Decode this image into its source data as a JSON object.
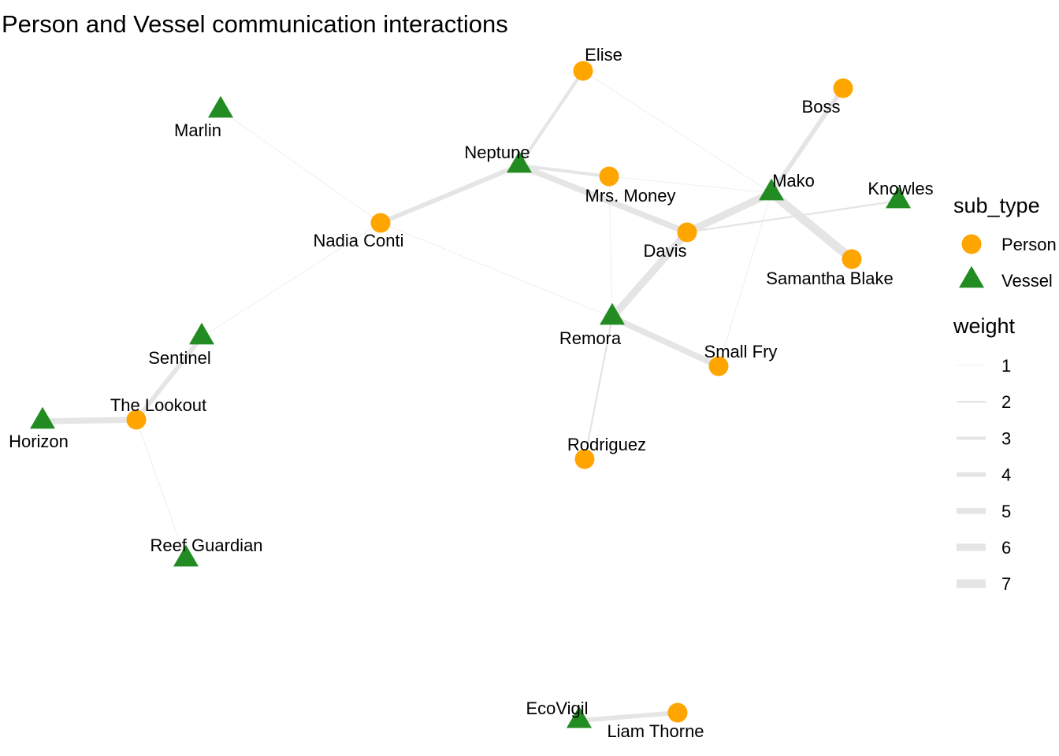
{
  "title": "Person and Vessel communication interactions",
  "colors": {
    "person": "#FFA500",
    "vessel": "#228B22",
    "edge": "#E5E5E5"
  },
  "nodes": [
    {
      "id": "elise",
      "label": "Elise",
      "sub_type": "Person"
    },
    {
      "id": "boss",
      "label": "Boss",
      "sub_type": "Person"
    },
    {
      "id": "marlin",
      "label": "Marlin",
      "sub_type": "Vessel"
    },
    {
      "id": "neptune",
      "label": "Neptune",
      "sub_type": "Vessel"
    },
    {
      "id": "mrs-money",
      "label": "Mrs. Money",
      "sub_type": "Person"
    },
    {
      "id": "mako",
      "label": "Mako",
      "sub_type": "Vessel"
    },
    {
      "id": "knowles",
      "label": "Knowles",
      "sub_type": "Vessel"
    },
    {
      "id": "nadia-conti",
      "label": "Nadia Conti",
      "sub_type": "Person"
    },
    {
      "id": "davis",
      "label": "Davis",
      "sub_type": "Person"
    },
    {
      "id": "samantha-blake",
      "label": "Samantha Blake",
      "sub_type": "Person"
    },
    {
      "id": "remora",
      "label": "Remora",
      "sub_type": "Vessel"
    },
    {
      "id": "small-fry",
      "label": "Small Fry",
      "sub_type": "Person"
    },
    {
      "id": "sentinel",
      "label": "Sentinel",
      "sub_type": "Vessel"
    },
    {
      "id": "the-lookout",
      "label": "The Lookout",
      "sub_type": "Person"
    },
    {
      "id": "horizon",
      "label": "Horizon",
      "sub_type": "Vessel"
    },
    {
      "id": "rodriguez",
      "label": "Rodriguez",
      "sub_type": "Person"
    },
    {
      "id": "reef-guardian",
      "label": "Reef Guardian",
      "sub_type": "Vessel"
    },
    {
      "id": "ecovigil",
      "label": "EcoVigil",
      "sub_type": "Vessel"
    },
    {
      "id": "liam-thorne",
      "label": "Liam Thorne",
      "sub_type": "Person"
    }
  ],
  "edges": [
    {
      "source": "elise",
      "target": "neptune",
      "weight": 3
    },
    {
      "source": "elise",
      "target": "mako",
      "weight": 1
    },
    {
      "source": "boss",
      "target": "mako",
      "weight": 4
    },
    {
      "source": "marlin",
      "target": "nadia-conti",
      "weight": 1
    },
    {
      "source": "neptune",
      "target": "nadia-conti",
      "weight": 4
    },
    {
      "source": "neptune",
      "target": "mrs-money",
      "weight": 3
    },
    {
      "source": "neptune",
      "target": "davis",
      "weight": 5
    },
    {
      "source": "mrs-money",
      "target": "mako",
      "weight": 1
    },
    {
      "source": "mrs-money",
      "target": "remora",
      "weight": 1
    },
    {
      "source": "mako",
      "target": "davis",
      "weight": 6
    },
    {
      "source": "mako",
      "target": "samantha-blake",
      "weight": 7
    },
    {
      "source": "mako",
      "target": "small-fry",
      "weight": 1
    },
    {
      "source": "davis",
      "target": "knowles",
      "weight": 2
    },
    {
      "source": "davis",
      "target": "remora",
      "weight": 6
    },
    {
      "source": "nadia-conti",
      "target": "remora",
      "weight": 1
    },
    {
      "source": "nadia-conti",
      "target": "sentinel",
      "weight": 1
    },
    {
      "source": "remora",
      "target": "small-fry",
      "weight": 5
    },
    {
      "source": "remora",
      "target": "rodriguez",
      "weight": 2
    },
    {
      "source": "sentinel",
      "target": "the-lookout",
      "weight": 4
    },
    {
      "source": "the-lookout",
      "target": "horizon",
      "weight": 5
    },
    {
      "source": "the-lookout",
      "target": "reef-guardian",
      "weight": 1
    },
    {
      "source": "ecovigil",
      "target": "liam-thorne",
      "weight": 4
    }
  ],
  "legend": {
    "sub_type_title": "sub_type",
    "sub_types": [
      "Person",
      "Vessel"
    ],
    "weight_title": "weight",
    "weights": [
      "1",
      "2",
      "3",
      "4",
      "5",
      "6",
      "7"
    ]
  }
}
